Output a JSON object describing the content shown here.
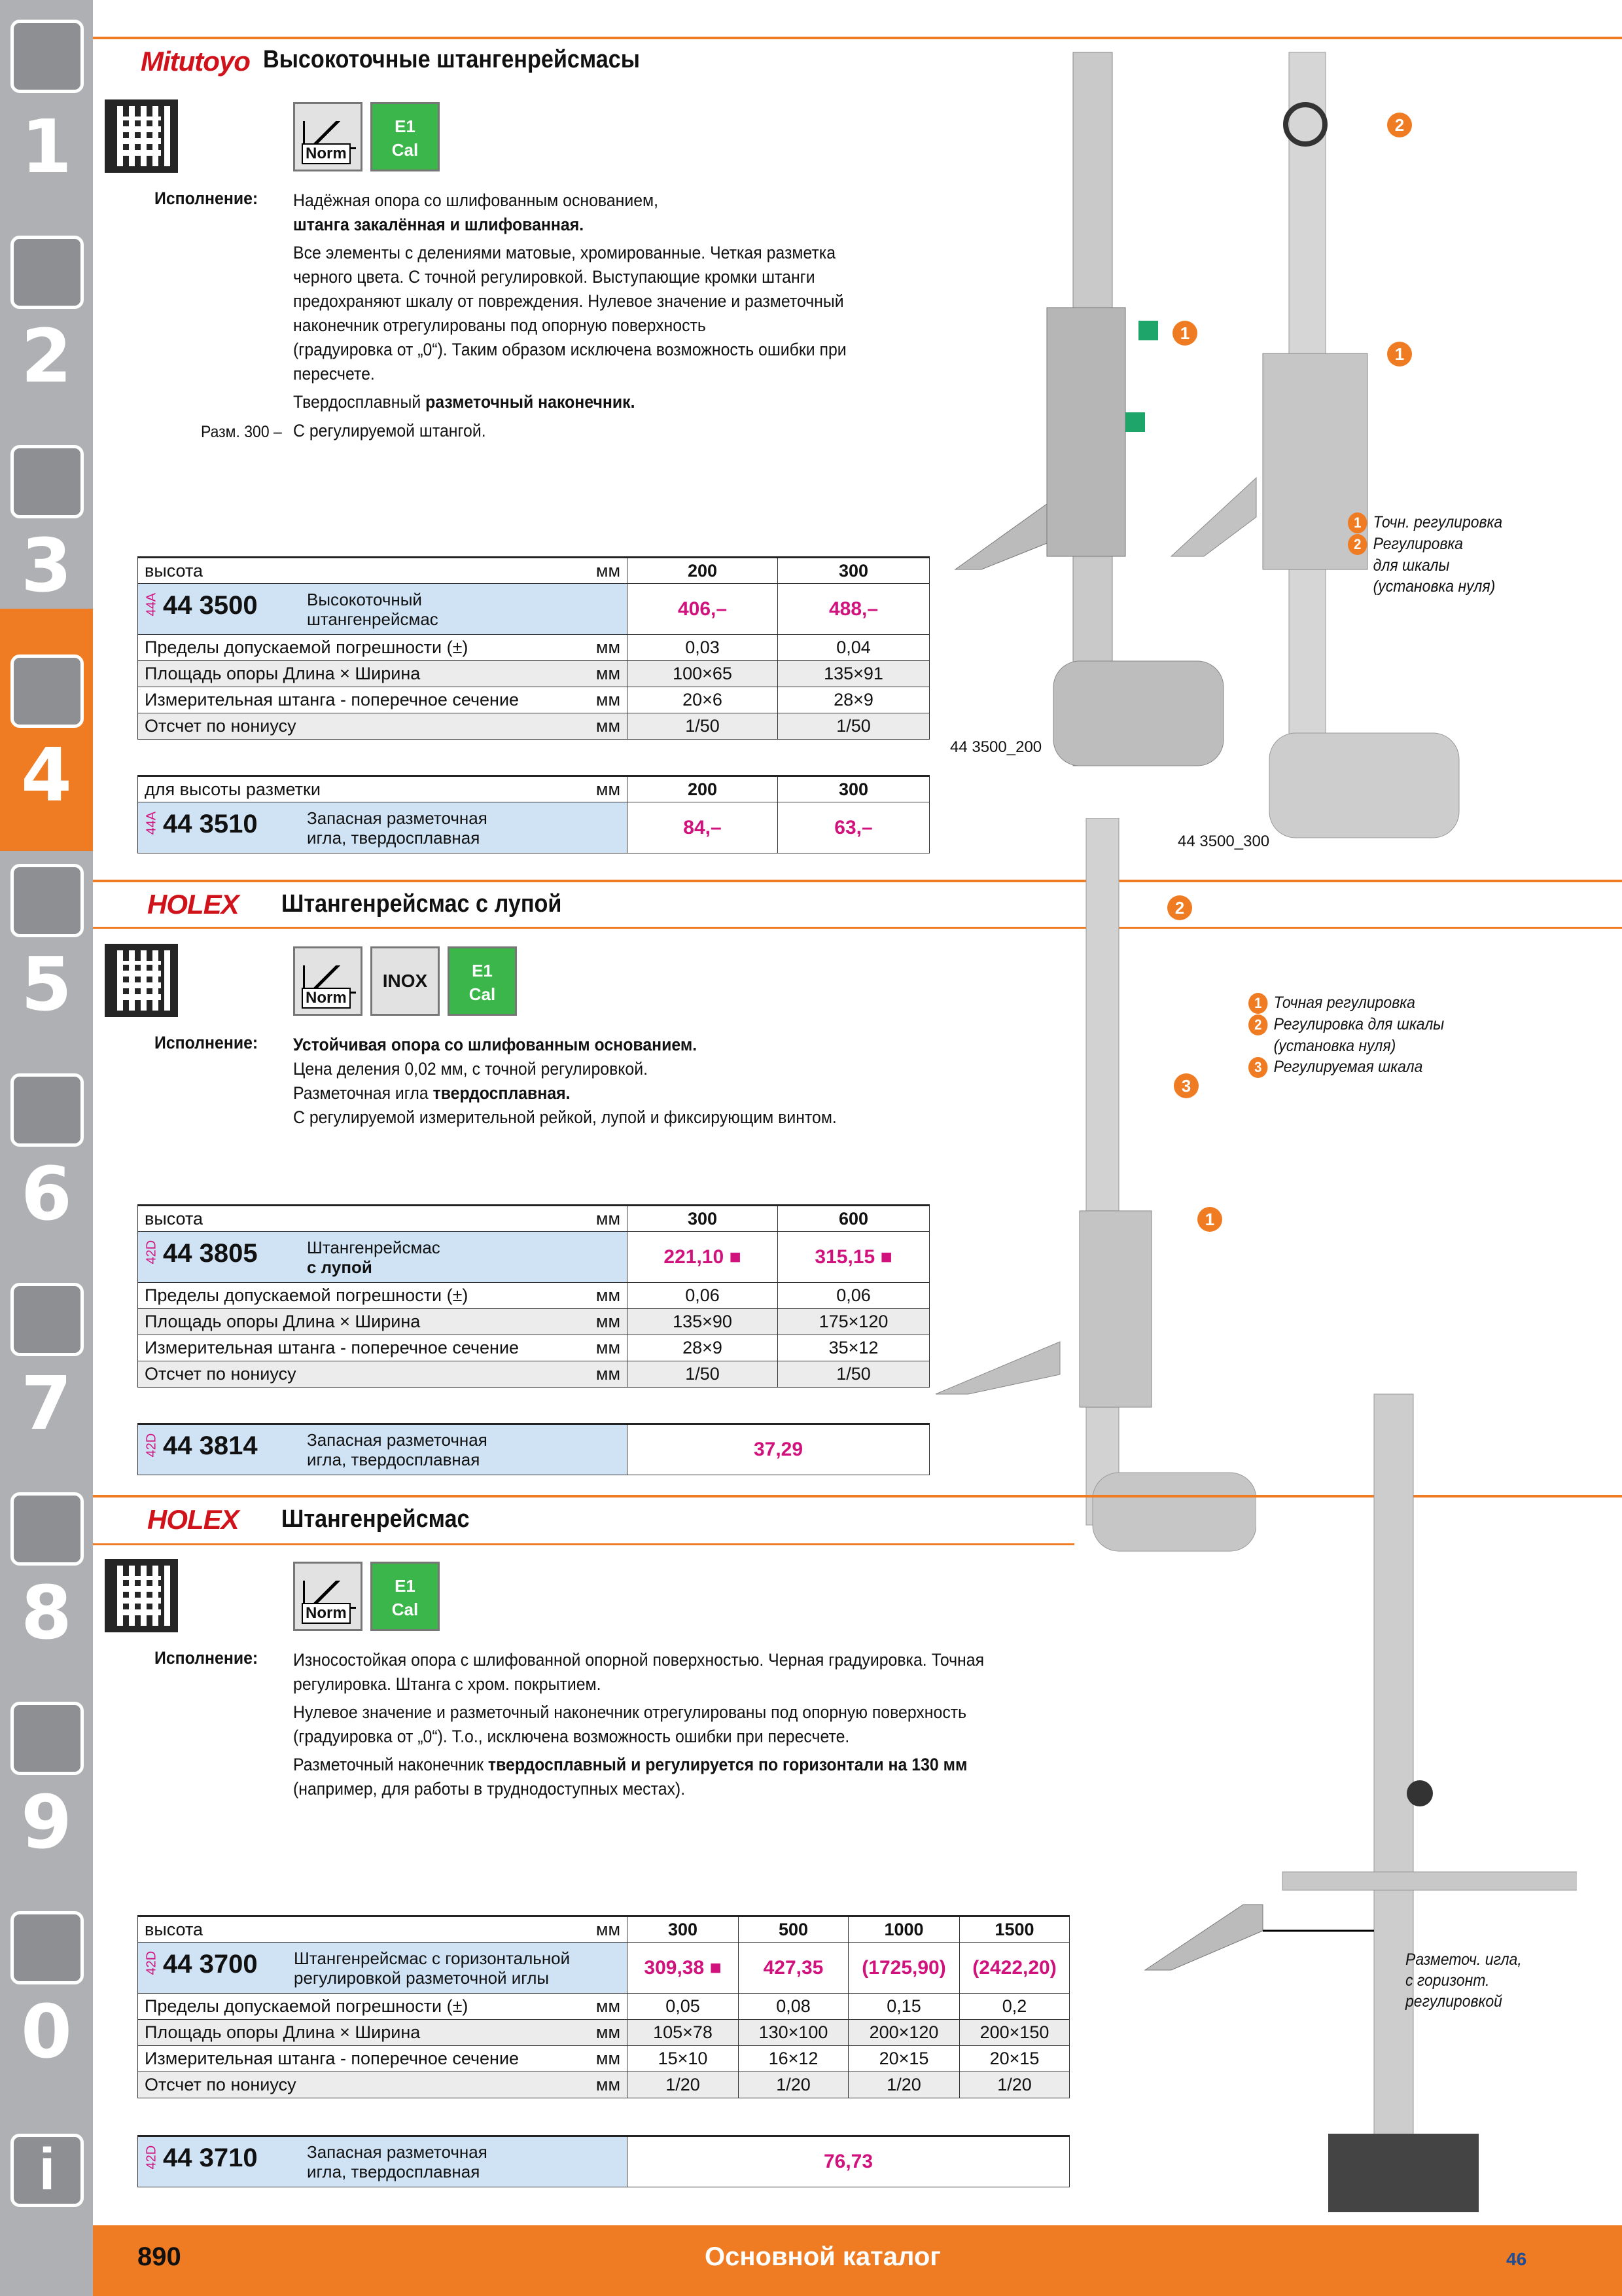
{
  "sidebar": {
    "numbers": [
      "1",
      "2",
      "3",
      "4",
      "5",
      "6",
      "7",
      "8",
      "9",
      "0"
    ],
    "active": "4",
    "info_label": "i"
  },
  "section1": {
    "brand": "Mitutoyo",
    "title": "Высокоточные штангенрейсмасы",
    "badges": {
      "norm": "Norm",
      "cal_top": "E1",
      "cal_bottom": "Cal"
    },
    "exec_label": "Исполнение:",
    "lines": [
      "Надёжная опора со шлифованным основанием,",
      "штанга закалённая и шлифованная.",
      "Все элементы с делениями матовые, хромированные. Четкая разметка",
      "черного цвета. С точной регулировкой. Выступающие кромки штанги",
      "предохраняют шкалу от повреждения. Нулевое значение и разметочный",
      "наконечник отрегулированы под опорную поверхность",
      "(градуировка от „0“). Таким образом исключена возможность ошибки при",
      "пересчете.",
      "Твердосплавный ",
      "разметочный наконечник."
    ],
    "size_label": "Разм. 300 –",
    "size_text": "С регулируемой штангой.",
    "table1": {
      "h_label": "высота",
      "unit": "мм",
      "cols": [
        "200",
        "300"
      ],
      "group": "44A",
      "article": "44 3500",
      "name": "Высокоточный штангенрейсмас",
      "prices": [
        "406,–",
        "488,–"
      ],
      "rows": [
        {
          "label": "Пределы допускаемой погрешности (±)",
          "unit": "мм",
          "v": [
            "0,03",
            "0,04"
          ]
        },
        {
          "label": "Площадь опоры Длина × Ширина",
          "unit": "мм",
          "v": [
            "100×65",
            "135×91"
          ]
        },
        {
          "label": "Измерительная штанга - поперечное сечение",
          "unit": "мм",
          "v": [
            "20×6",
            "28×9"
          ]
        },
        {
          "label": "Отсчет по нониусу",
          "unit": "мм",
          "v": [
            "1/50",
            "1/50"
          ]
        }
      ]
    },
    "table2": {
      "h_label": "для высоты разметки",
      "unit": "мм",
      "cols": [
        "200",
        "300"
      ],
      "group": "44A",
      "article": "44 3510",
      "name": "Запасная разметочная игла, твердосплавная",
      "prices": [
        "84,–",
        "63,–"
      ]
    },
    "legend": [
      "Точн. регулировка",
      "Регулировка",
      "для шкалы",
      "(установка нуля)"
    ],
    "captions": [
      "44 3500_200",
      "44 3500_300"
    ]
  },
  "section2": {
    "brand": "HOLEX",
    "title": "Штангенрейсмас с лупой",
    "badges": {
      "norm": "Norm",
      "inox": "INOX",
      "cal_top": "E1",
      "cal_bottom": "Cal"
    },
    "exec_label": "Исполнение:",
    "lines": [
      "Устойчивая опора со шлифованным основанием.",
      "Цена деления 0,02 мм, с точной регулировкой.",
      "Разметочная игла ",
      "твердосплавная.",
      "С регулируемой измерительной рейкой, лупой и фиксирующим винтом."
    ],
    "table1": {
      "h_label": "высота",
      "unit": "мм",
      "cols": [
        "300",
        "600"
      ],
      "group": "42D",
      "article": "44 3805",
      "name1": "Штангенрейсмас",
      "name2": "с лупой",
      "prices": [
        "221,10 ■",
        "315,15 ■"
      ],
      "rows": [
        {
          "label": "Пределы допускаемой погрешности (±)",
          "unit": "мм",
          "v": [
            "0,06",
            "0,06"
          ]
        },
        {
          "label": "Площадь опоры Длина × Ширина",
          "unit": "мм",
          "v": [
            "135×90",
            "175×120"
          ]
        },
        {
          "label": "Измерительная штанга - поперечное сечение",
          "unit": "мм",
          "v": [
            "28×9",
            "35×12"
          ]
        },
        {
          "label": "Отсчет по нониусу",
          "unit": "мм",
          "v": [
            "1/50",
            "1/50"
          ]
        }
      ]
    },
    "table2": {
      "group": "42D",
      "article": "44 3814",
      "name": "Запасная разметочная игла, твердосплавная",
      "price": "37,29"
    },
    "legend": [
      "Точная регулировка",
      "Регулировка для шкалы",
      "(установка нуля)",
      "Регулируемая шкала"
    ]
  },
  "section3": {
    "brand": "HOLEX",
    "title": "Штангенрейсмас",
    "badges": {
      "norm": "Norm",
      "cal_top": "E1",
      "cal_bottom": "Cal"
    },
    "exec_label": "Исполнение:",
    "lines": [
      "Износостойкая опора с шлифованной опорной поверхностью. Черная градуировка. Точная",
      "регулировка. Штанга с хром. покрытием.",
      "Нулевое значение и разметочный наконечник отрегулированы под опорную поверхность",
      "(градуировка от „0“). Т.о., исключена возможность ошибки при пересчете.",
      "Разметочный наконечник ",
      "твердосплавный и регулируется по горизонтали на 130 мм",
      "(например, для работы в труднодоступных местах)."
    ],
    "table1": {
      "h_label": "высота",
      "unit": "мм",
      "cols": [
        "300",
        "500",
        "1000",
        "1500"
      ],
      "group": "42D",
      "article": "44 3700",
      "name": "Штангенрейсмас с горизонтальной регулировкой разметочной иглы",
      "prices": [
        "309,38 ■",
        "427,35",
        "(1725,90)",
        "(2422,20)"
      ],
      "rows": [
        {
          "label": "Пределы допускаемой погрешности (±)",
          "unit": "мм",
          "v": [
            "0,05",
            "0,08",
            "0,15",
            "0,2"
          ]
        },
        {
          "label": "Площадь опоры Длина × Ширина",
          "unit": "мм",
          "v": [
            "105×78",
            "130×100",
            "200×120",
            "200×150"
          ]
        },
        {
          "label": "Измерительная штанга - поперечное сечение",
          "unit": "мм",
          "v": [
            "15×10",
            "16×12",
            "20×15",
            "20×15"
          ]
        },
        {
          "label": "Отсчет по нониусу",
          "unit": "мм",
          "v": [
            "1/20",
            "1/20",
            "1/20",
            "1/20"
          ]
        }
      ]
    },
    "table2": {
      "group": "42D",
      "article": "44 3710",
      "name": "Запасная разметочная игла, твердосплавная",
      "price": "76,73"
    },
    "legend": [
      "Разметоч. игла,",
      "с горизонт.",
      "регулировкой"
    ]
  },
  "footer": {
    "page": "890",
    "title": "Основной каталог",
    "num": "46"
  },
  "colors": {
    "accent": "#ef7b22",
    "price": "#d1127d",
    "table_blue": "#cfe3f5",
    "cal_green": "#3bb64a"
  }
}
